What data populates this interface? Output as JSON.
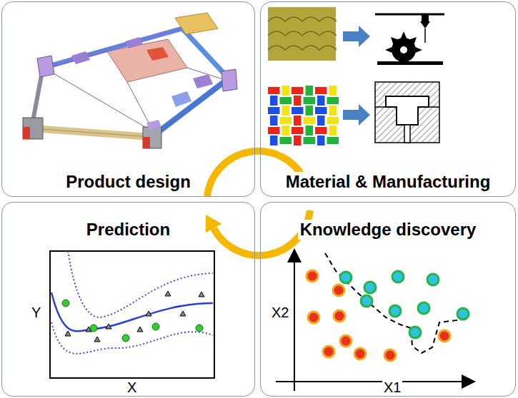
{
  "diagram": {
    "nodes": [
      {
        "text": [
          "Product design"
        ]
      },
      {
        "text": [
          "Material & Manufacturing"
        ]
      },
      {
        "text": [
          "Prediction"
        ]
      },
      {
        "text": [
          "Knowledge discovery"
        ]
      }
    ],
    "labels": [
      "Y",
      "X",
      "X2",
      "X1"
    ]
  }
}
